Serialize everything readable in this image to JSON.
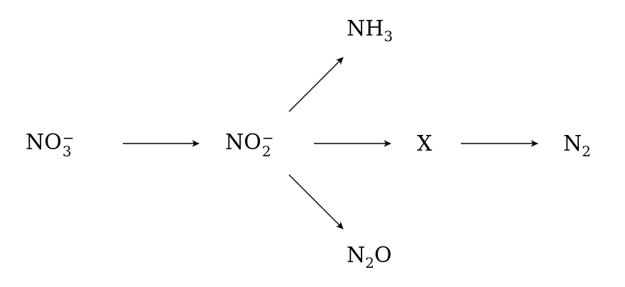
{
  "nodes": {
    "nitrate": {
      "base": "NO",
      "subscript": "3",
      "superscript": "−"
    },
    "nitrite": {
      "base": "NO",
      "subscript": "2",
      "superscript": "−"
    },
    "ammonia": {
      "base": "NH",
      "subscript": "3"
    },
    "intermediate": {
      "base": "X"
    },
    "dinitrogen": {
      "base": "N",
      "subscript": "2"
    },
    "nitrous_oxide": {
      "base": "N",
      "subscript": "2",
      "suffix": "O"
    }
  },
  "colors": {
    "text": "#000000",
    "arrow": "#000000",
    "background": "#ffffff"
  }
}
